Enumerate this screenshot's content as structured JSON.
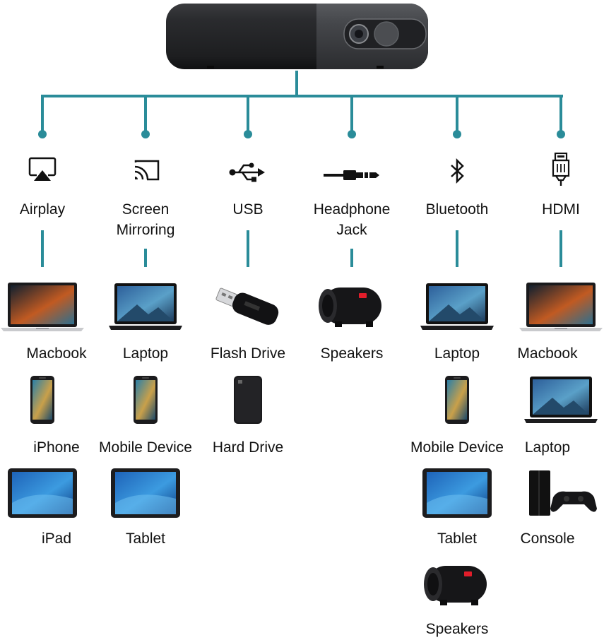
{
  "colors": {
    "connector": "#2a8c99",
    "device_dark": "#1c1c1e"
  },
  "hub": {
    "icon": "projector-device"
  },
  "categories": [
    {
      "label": "Airplay",
      "icon": "airplay-icon",
      "devices": [
        {
          "label": "Macbook",
          "icon": "macbook"
        },
        {
          "label": "iPhone",
          "icon": "phone"
        },
        {
          "label": "iPad",
          "icon": "tablet"
        }
      ]
    },
    {
      "label": "Screen\nMirroring",
      "icon": "cast-icon",
      "devices": [
        {
          "label": "Laptop",
          "icon": "laptop"
        },
        {
          "label": "Mobile Device",
          "icon": "phone"
        },
        {
          "label": "Tablet",
          "icon": "tablet"
        }
      ]
    },
    {
      "label": "USB",
      "icon": "usb-icon",
      "devices": [
        {
          "label": "Flash Drive",
          "icon": "flash-drive"
        },
        {
          "label": "Hard Drive",
          "icon": "hard-drive"
        }
      ]
    },
    {
      "label": "Headphone\nJack",
      "icon": "headphone-jack-icon",
      "devices": [
        {
          "label": "Speakers",
          "icon": "speaker"
        }
      ]
    },
    {
      "label": "Bluetooth",
      "icon": "bluetooth-icon",
      "devices": [
        {
          "label": "Laptop",
          "icon": "laptop"
        },
        {
          "label": "Mobile Device",
          "icon": "phone"
        },
        {
          "label": "Tablet",
          "icon": "tablet"
        },
        {
          "label": "Speakers",
          "icon": "speaker"
        }
      ]
    },
    {
      "label": "HDMI",
      "icon": "hdmi-icon",
      "devices": [
        {
          "label": "Macbook",
          "icon": "macbook"
        },
        {
          "label": "Laptop",
          "icon": "laptop"
        },
        {
          "label": "Console",
          "icon": "console"
        }
      ]
    }
  ]
}
